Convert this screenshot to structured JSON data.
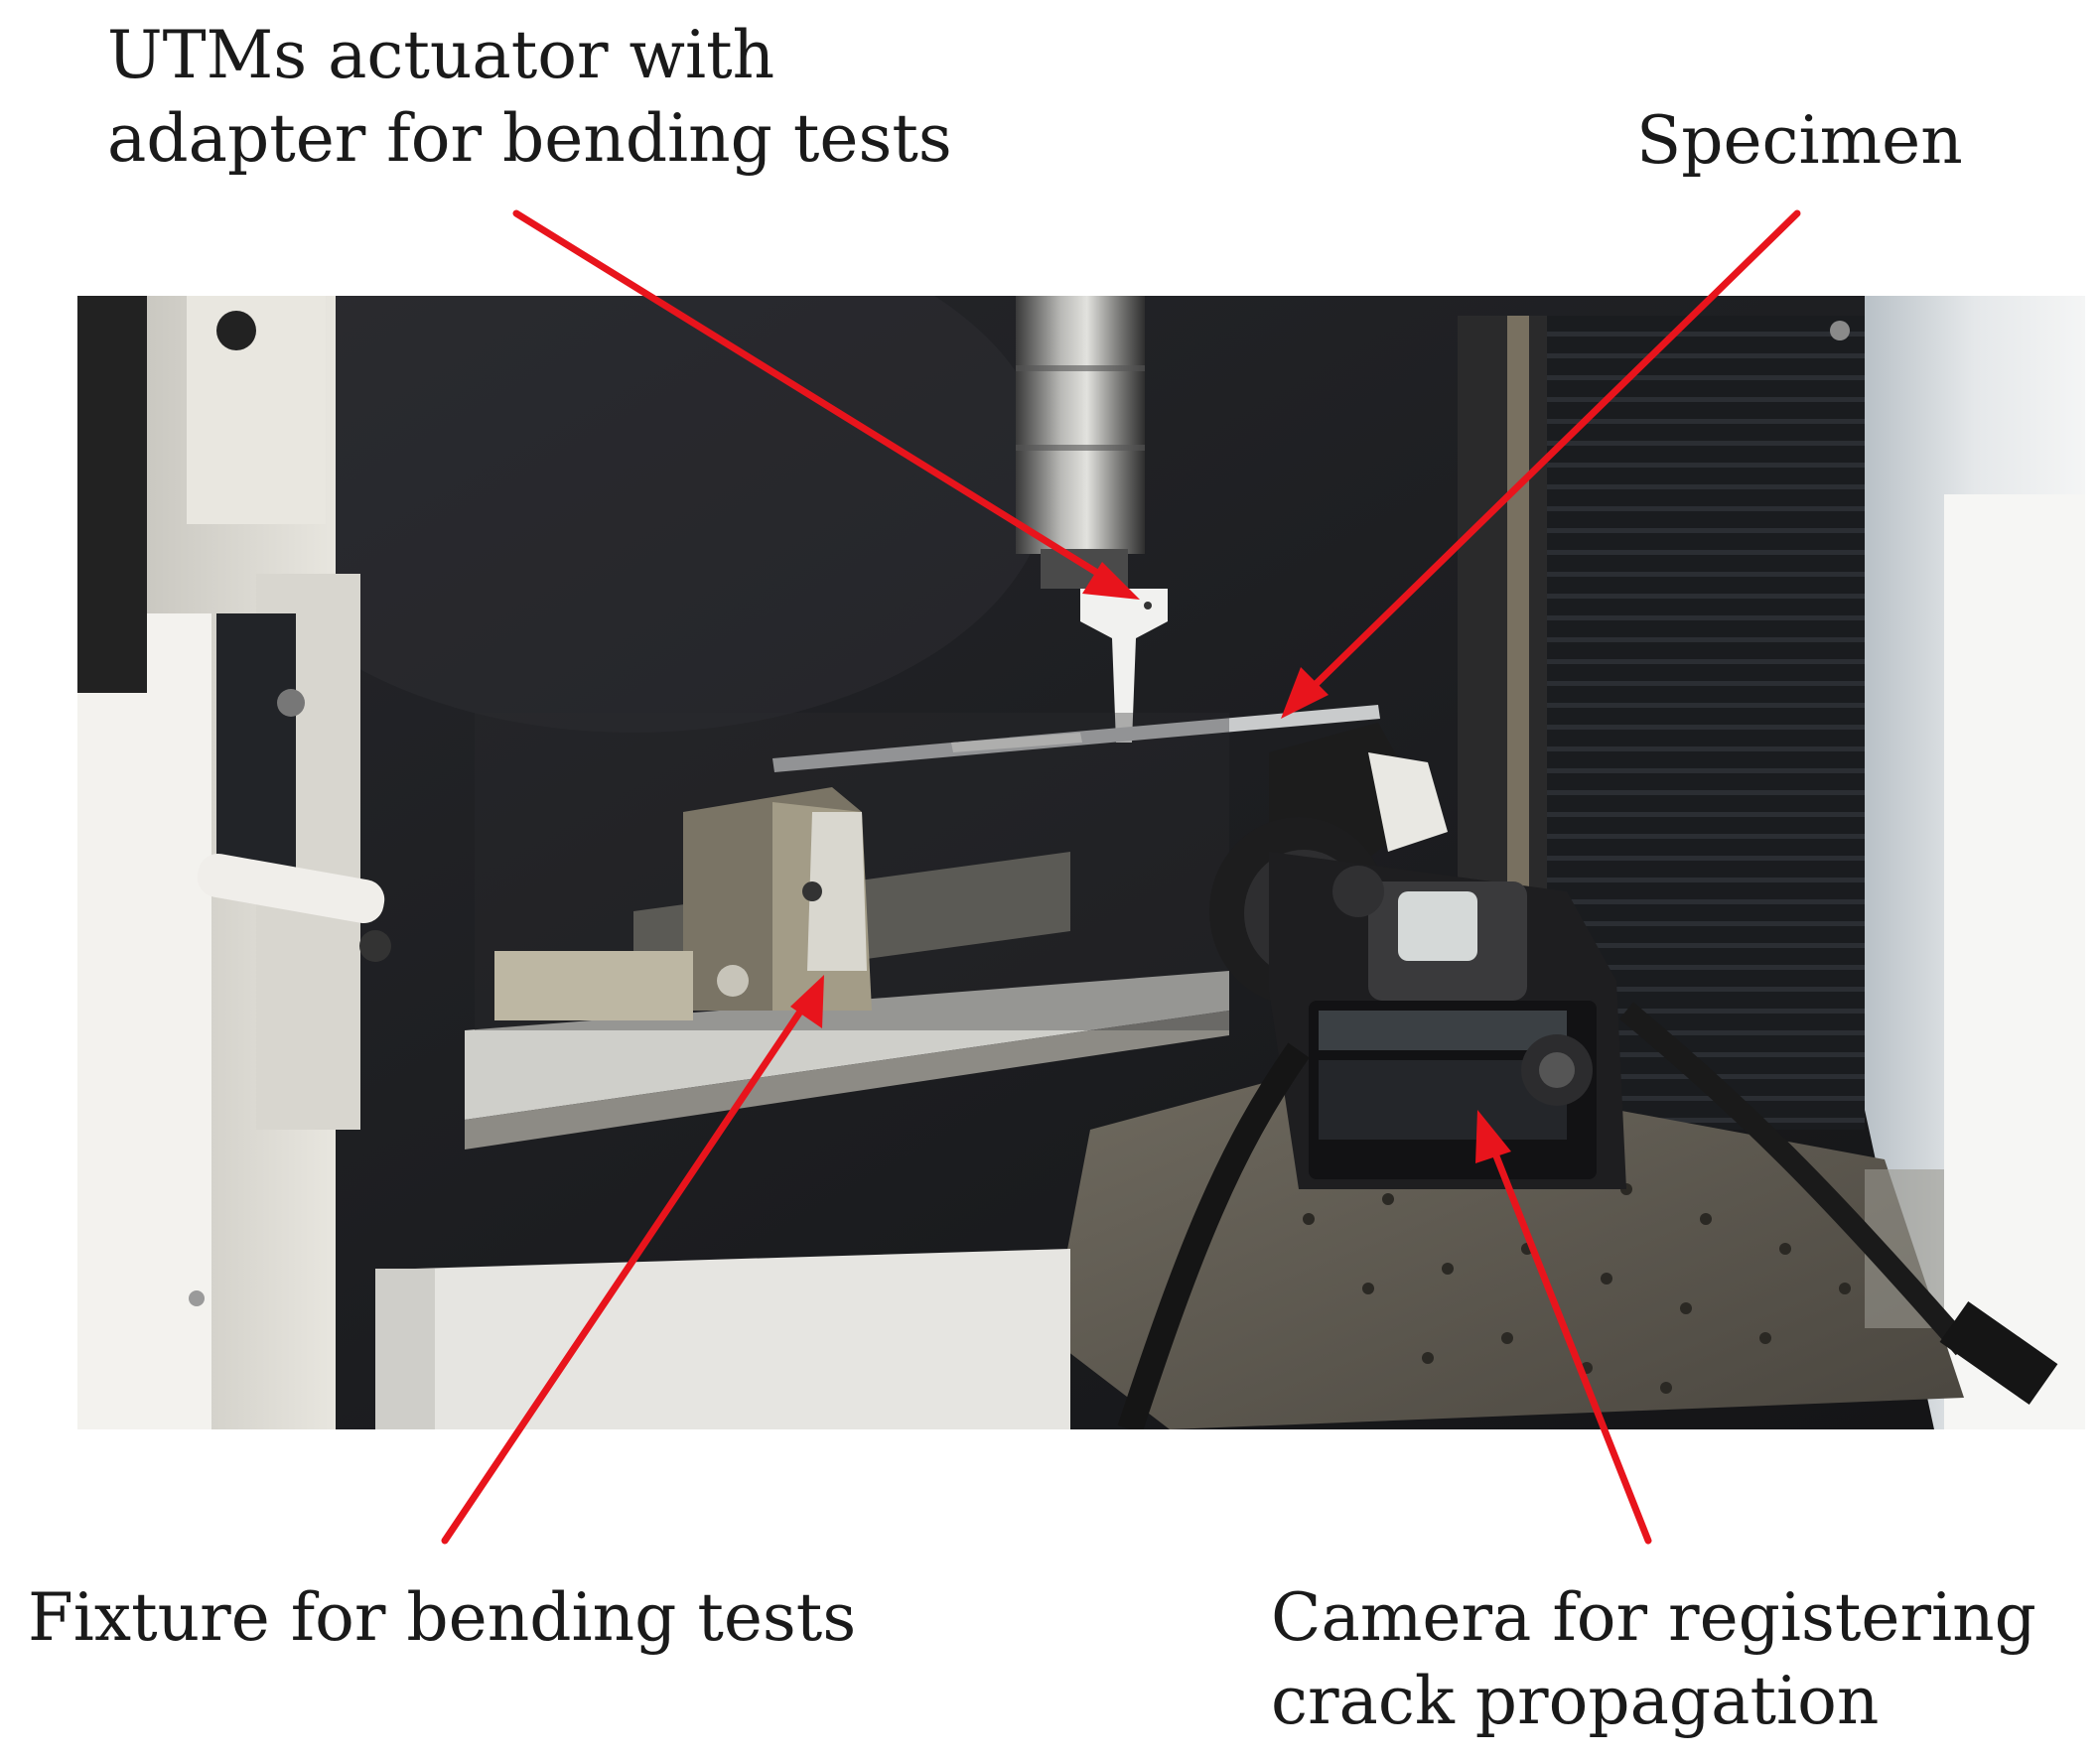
{
  "annotations": {
    "actuator": [
      "UTMs actuator with",
      "adapter for bending tests"
    ],
    "specimen": [
      "Specimen"
    ],
    "fixture": [
      "Fixture for bending tests"
    ],
    "camera": [
      "Camera for registering",
      "crack propagation"
    ]
  },
  "colors": {
    "arrow": "#e8141c",
    "text": "#1a1a1a",
    "background_panel": "#1c1d20"
  }
}
